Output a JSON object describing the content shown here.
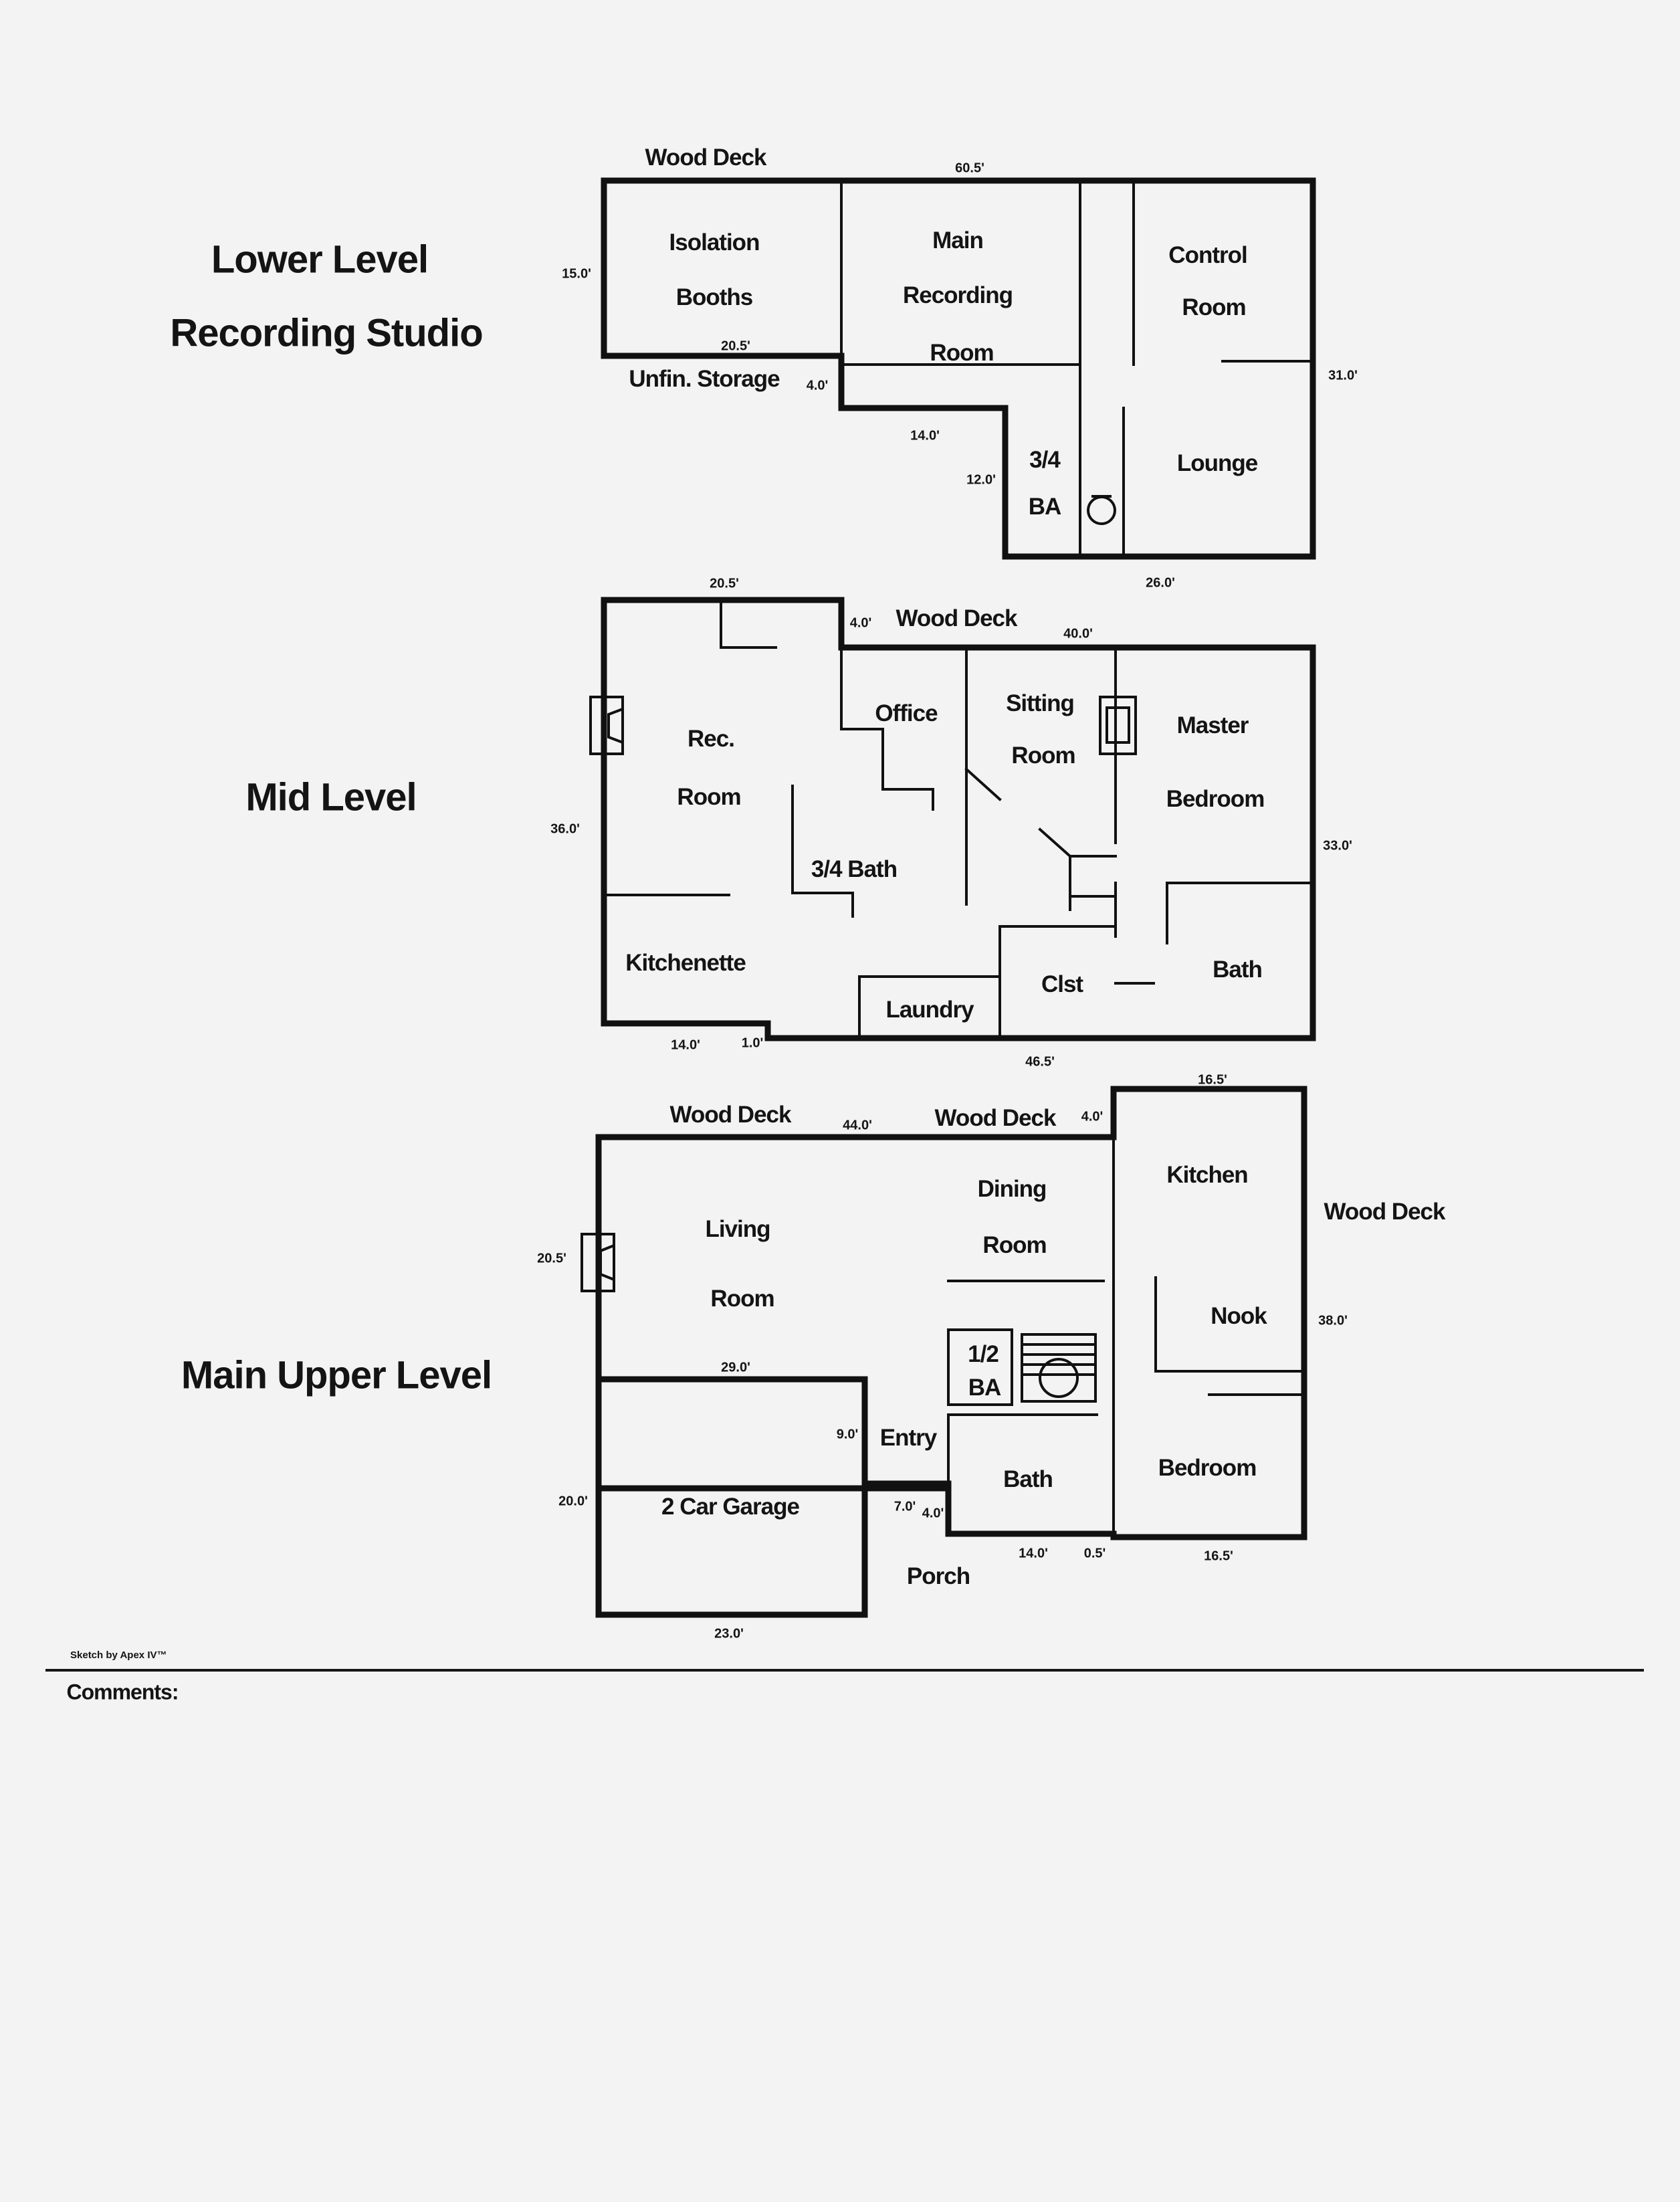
{
  "levels": {
    "lower_title_1": "Lower Level",
    "lower_title_2": "Recording Studio",
    "mid_title": "Mid Level",
    "main_title": "Main Upper Level"
  },
  "lower": {
    "rooms": {
      "isolation_1": "Isolation",
      "isolation_2": "Booths",
      "main_rec_1": "Main",
      "main_rec_2": "Recording",
      "main_rec_3": "Room",
      "control_1": "Control",
      "control_2": "Room",
      "storage": "Unfin. Storage",
      "ba_1": "3/4",
      "ba_2": "BA",
      "lounge": "Lounge",
      "deck": "Wood Deck"
    },
    "dims": {
      "top": "60.5'",
      "left": "15.0'",
      "mid": "20.5'",
      "step": "4.0'",
      "right": "31.0'",
      "inner_h": "14.0'",
      "inner_v": "12.0'",
      "bottom": "26.0'"
    }
  },
  "mid": {
    "rooms": {
      "rec_1": "Rec.",
      "rec_2": "Room",
      "office": "Office",
      "sitting_1": "Sitting",
      "sitting_2": "Room",
      "master_1": "Master",
      "master_2": "Bedroom",
      "bath34": "3/4 Bath",
      "kitchenette": "Kitchenette",
      "laundry": "Laundry",
      "clst": "Clst",
      "bath": "Bath",
      "deck": "Wood Deck"
    },
    "dims": {
      "top_left": "20.5'",
      "step": "4.0'",
      "top_right": "40.0'",
      "left": "36.0'",
      "right": "33.0'",
      "bottom_a": "14.0'",
      "bottom_b": "1.0'",
      "bottom_c": "46.5'"
    }
  },
  "main": {
    "rooms": {
      "deck_1": "Wood Deck",
      "deck_2": "Wood Deck",
      "deck_3": "Wood Deck",
      "living_1": "Living",
      "living_2": "Room",
      "dining_1": "Dining",
      "dining_2": "Room",
      "kitchen": "Kitchen",
      "nook": "Nook",
      "half_1": "1/2",
      "half_2": "BA",
      "entry": "Entry",
      "bath": "Bath",
      "bedroom": "Bedroom",
      "garage": "2 Car Garage",
      "porch": "Porch"
    },
    "dims": {
      "top": "44.0'",
      "step": "4.0'",
      "kitchen_top": "16.5'",
      "left": "20.5'",
      "mid": "29.0'",
      "entry_v": "9.0'",
      "right": "38.0'",
      "garage_left": "20.0'",
      "porch_a": "7.0'",
      "porch_b": "4.0'",
      "bottom_a": "14.0'",
      "bottom_b": "0.5'",
      "bottom_c": "16.5'",
      "garage_bottom": "23.0'"
    }
  },
  "footer": {
    "credit": "Sketch by Apex IV™",
    "comments": "Comments:"
  }
}
